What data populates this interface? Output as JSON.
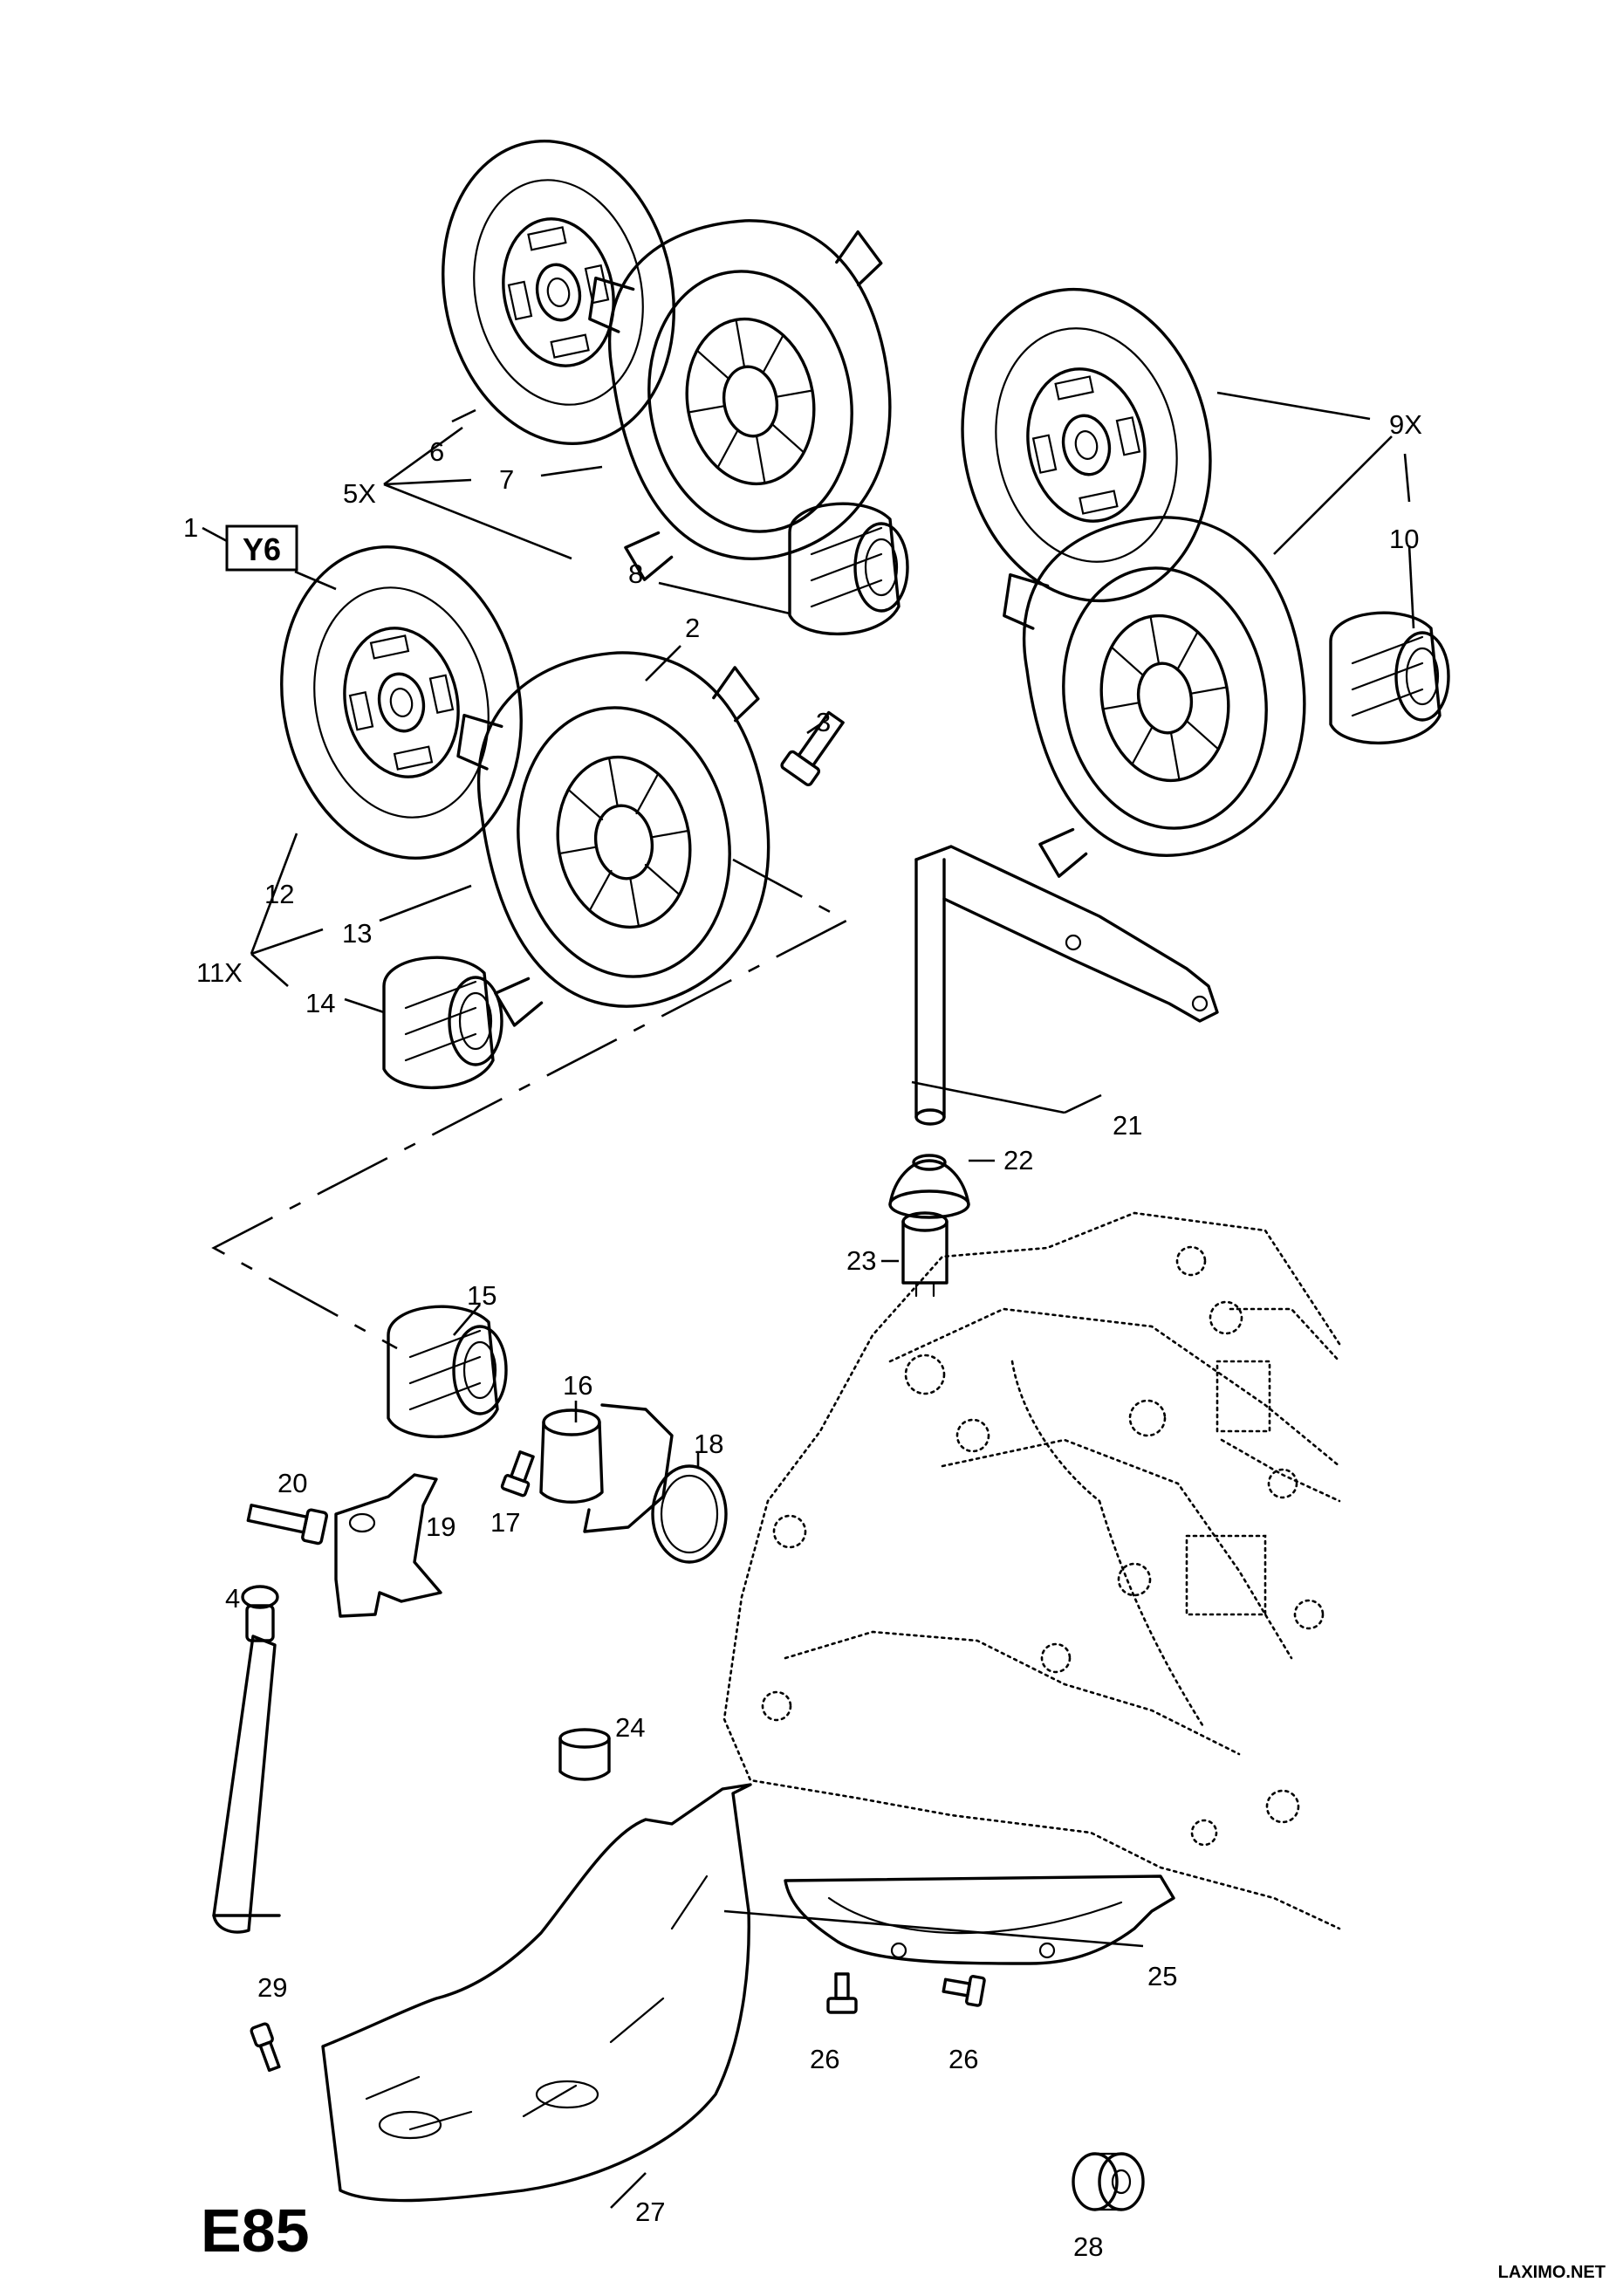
{
  "diagram": {
    "code": "E85",
    "variant_tag": "Y6",
    "credit": "LAXIMO.NET",
    "callouts": {
      "c1": "1",
      "c2": "2",
      "c3": "3",
      "c4": "4",
      "c5x": "5X",
      "c6": "6",
      "c7": "7",
      "c8": "8",
      "c9x": "9X",
      "c10": "10",
      "c11x": "11X",
      "c12": "12",
      "c13": "13",
      "c14": "14",
      "c15": "15",
      "c16": "16",
      "c17": "17",
      "c18": "18",
      "c19": "19",
      "c20": "20",
      "c21": "21",
      "c22": "22",
      "c23": "23",
      "c24": "24",
      "c25": "25",
      "c26a": "26",
      "c26b": "26",
      "c27": "27",
      "c28": "28",
      "c29": "29"
    }
  }
}
